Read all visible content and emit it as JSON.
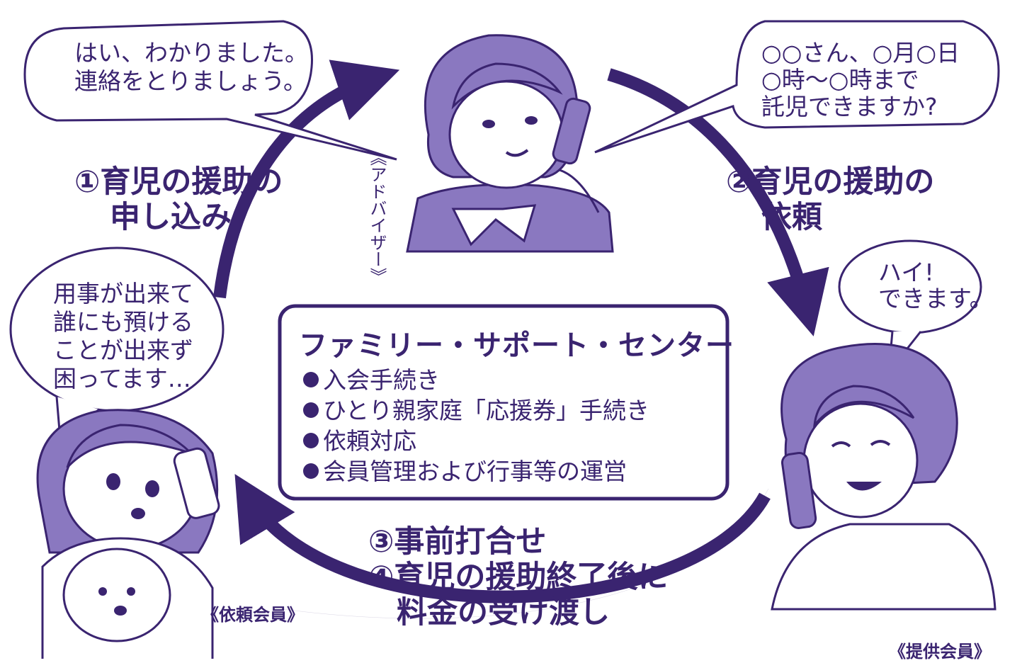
{
  "colors": {
    "ink": "#3a2470",
    "fill_dark": "#8a78c0",
    "fill_light": "#c9bde6",
    "arrow": "#3a2470"
  },
  "bubbles": {
    "advisor_reply": [
      "はい、わかりました。",
      "連絡をとりましょう。"
    ],
    "advisor_request": [
      "○○さん、○月○日",
      "○時～○時まで",
      "託児できますか?"
    ],
    "provider_reply": [
      "ハイ!",
      "できます。"
    ],
    "requester": [
      "用事が出来て",
      "誰にも預ける",
      "ことが出来ず",
      "困ってます…"
    ]
  },
  "steps": {
    "step1": [
      "①育児の援助の",
      "申し込み"
    ],
    "step2": [
      "②育児の援助の",
      "依頼"
    ],
    "step3": "③事前打合せ",
    "step4": [
      "④育児の援助終了後に",
      "料金の受け渡し"
    ]
  },
  "roles": {
    "advisor": "《アドバイザー》",
    "requester": "《依頼会員》",
    "provider": "《提供会員》"
  },
  "center": {
    "title": "ファミリー・サポート・センター",
    "items": [
      "入会手続き",
      "ひとり親家庭「応援券」手続き",
      "依頼対応",
      "会員管理および行事等の運営"
    ]
  }
}
